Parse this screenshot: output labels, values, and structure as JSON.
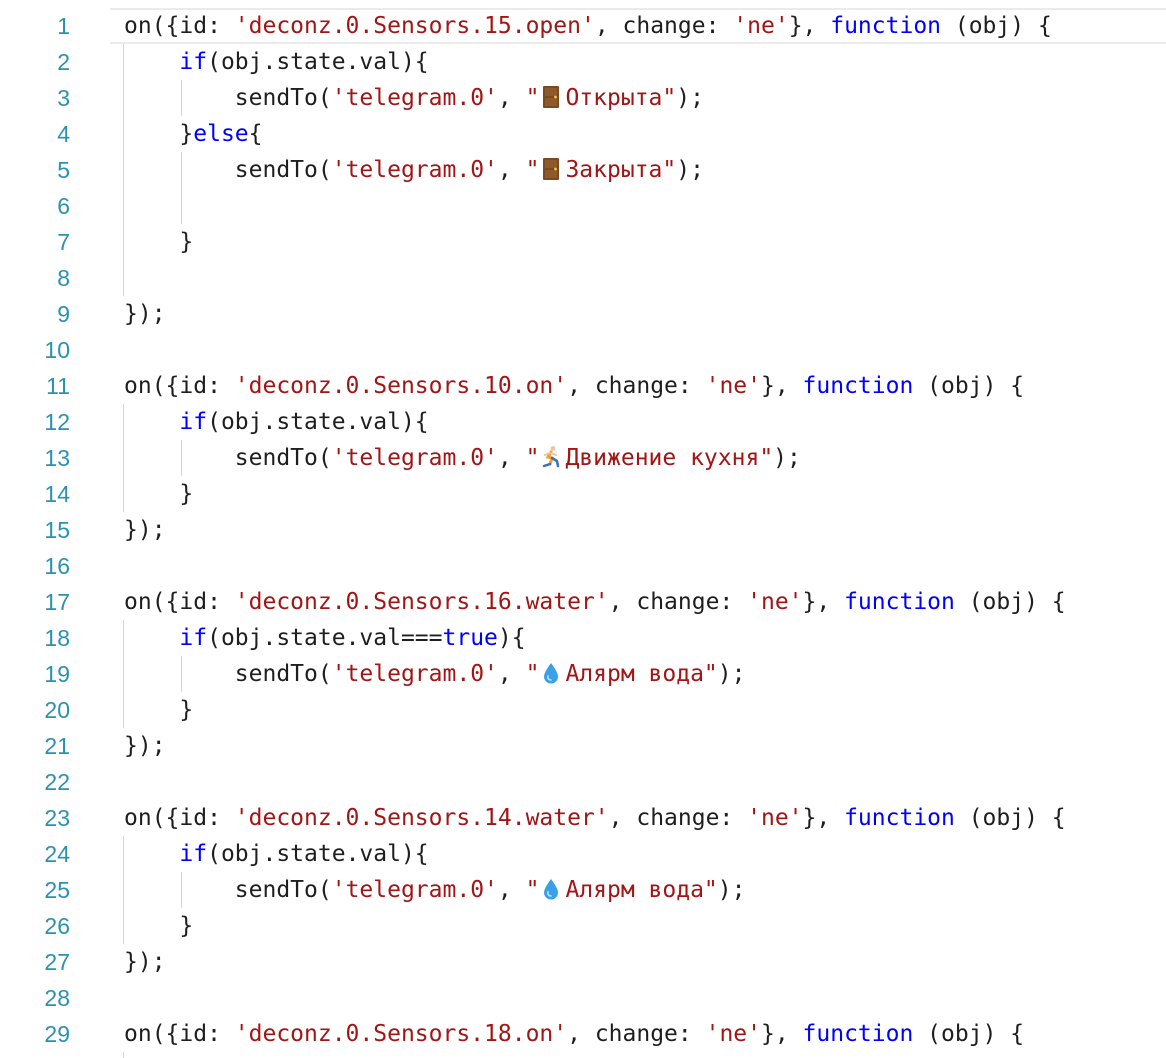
{
  "editor": {
    "lines": [
      {
        "n": "1",
        "indent": 0,
        "guides": 0,
        "tokens": [
          [
            "p",
            "on({id: "
          ],
          [
            "s",
            "'deconz.0.Sensors.15.open'"
          ],
          [
            "p",
            ", change: "
          ],
          [
            "s",
            "'ne'"
          ],
          [
            "p",
            "}, "
          ],
          [
            "k",
            "function"
          ],
          [
            "p",
            " (obj) {"
          ]
        ],
        "active": true
      },
      {
        "n": "2",
        "indent": 1,
        "guides": 1,
        "tokens": [
          [
            "k",
            "if"
          ],
          [
            "p",
            "(obj.state.val){"
          ]
        ]
      },
      {
        "n": "3",
        "indent": 2,
        "guides": 2,
        "tokens": [
          [
            "p",
            "sendTo("
          ],
          [
            "s",
            "'telegram.0'"
          ],
          [
            "p",
            ", "
          ],
          [
            "s",
            "\""
          ],
          [
            "e",
            "door-emoji"
          ],
          [
            "s",
            "Открыта\""
          ],
          [
            "p",
            ");"
          ]
        ]
      },
      {
        "n": "4",
        "indent": 1,
        "guides": 1,
        "tokens": [
          [
            "p",
            "}"
          ],
          [
            "k",
            "else"
          ],
          [
            "p",
            "{"
          ]
        ]
      },
      {
        "n": "5",
        "indent": 2,
        "guides": 2,
        "tokens": [
          [
            "p",
            "sendTo("
          ],
          [
            "s",
            "'telegram.0'"
          ],
          [
            "p",
            ", "
          ],
          [
            "s",
            "\""
          ],
          [
            "e",
            "door-emoji"
          ],
          [
            "s",
            "Закрыта\""
          ],
          [
            "p",
            ");"
          ]
        ]
      },
      {
        "n": "6",
        "indent": 2,
        "guides": 2,
        "tokens": []
      },
      {
        "n": "7",
        "indent": 1,
        "guides": 1,
        "tokens": [
          [
            "p",
            "}"
          ]
        ]
      },
      {
        "n": "8",
        "indent": 1,
        "guides": 1,
        "tokens": []
      },
      {
        "n": "9",
        "indent": 0,
        "guides": 0,
        "tokens": [
          [
            "p",
            "});"
          ]
        ]
      },
      {
        "n": "10",
        "indent": 0,
        "guides": 0,
        "tokens": []
      },
      {
        "n": "11",
        "indent": 0,
        "guides": 0,
        "tokens": [
          [
            "p",
            "on({id: "
          ],
          [
            "s",
            "'deconz.0.Sensors.10.on'"
          ],
          [
            "p",
            ", change: "
          ],
          [
            "s",
            "'ne'"
          ],
          [
            "p",
            "}, "
          ],
          [
            "k",
            "function"
          ],
          [
            "p",
            " (obj) {"
          ]
        ]
      },
      {
        "n": "12",
        "indent": 1,
        "guides": 1,
        "tokens": [
          [
            "k",
            "if"
          ],
          [
            "p",
            "(obj.state.val){"
          ]
        ]
      },
      {
        "n": "13",
        "indent": 2,
        "guides": 2,
        "tokens": [
          [
            "p",
            "sendTo("
          ],
          [
            "s",
            "'telegram.0'"
          ],
          [
            "p",
            ", "
          ],
          [
            "s",
            "\""
          ],
          [
            "e",
            "runner-emoji"
          ],
          [
            "s",
            "Движение кухня\""
          ],
          [
            "p",
            ");"
          ]
        ]
      },
      {
        "n": "14",
        "indent": 1,
        "guides": 1,
        "tokens": [
          [
            "p",
            "}"
          ]
        ]
      },
      {
        "n": "15",
        "indent": 0,
        "guides": 0,
        "tokens": [
          [
            "p",
            "});"
          ]
        ]
      },
      {
        "n": "16",
        "indent": 0,
        "guides": 0,
        "tokens": []
      },
      {
        "n": "17",
        "indent": 0,
        "guides": 0,
        "tokens": [
          [
            "p",
            "on({id: "
          ],
          [
            "s",
            "'deconz.0.Sensors.16.water'"
          ],
          [
            "p",
            ", change: "
          ],
          [
            "s",
            "'ne'"
          ],
          [
            "p",
            "}, "
          ],
          [
            "k",
            "function"
          ],
          [
            "p",
            " (obj) {"
          ]
        ]
      },
      {
        "n": "18",
        "indent": 1,
        "guides": 1,
        "tokens": [
          [
            "k",
            "if"
          ],
          [
            "p",
            "(obj.state.val==="
          ],
          [
            "k",
            "true"
          ],
          [
            "p",
            "){"
          ]
        ]
      },
      {
        "n": "19",
        "indent": 2,
        "guides": 2,
        "tokens": [
          [
            "p",
            "sendTo("
          ],
          [
            "s",
            "'telegram.0'"
          ],
          [
            "p",
            ", "
          ],
          [
            "s",
            "\""
          ],
          [
            "e",
            "droplet-emoji"
          ],
          [
            "s",
            "Алярм вода\""
          ],
          [
            "p",
            ");"
          ]
        ]
      },
      {
        "n": "20",
        "indent": 1,
        "guides": 1,
        "tokens": [
          [
            "p",
            "}"
          ]
        ]
      },
      {
        "n": "21",
        "indent": 0,
        "guides": 0,
        "tokens": [
          [
            "p",
            "});"
          ]
        ]
      },
      {
        "n": "22",
        "indent": 0,
        "guides": 0,
        "tokens": []
      },
      {
        "n": "23",
        "indent": 0,
        "guides": 0,
        "tokens": [
          [
            "p",
            "on({id: "
          ],
          [
            "s",
            "'deconz.0.Sensors.14.water'"
          ],
          [
            "p",
            ", change: "
          ],
          [
            "s",
            "'ne'"
          ],
          [
            "p",
            "}, "
          ],
          [
            "k",
            "function"
          ],
          [
            "p",
            " (obj) {"
          ]
        ]
      },
      {
        "n": "24",
        "indent": 1,
        "guides": 1,
        "tokens": [
          [
            "k",
            "if"
          ],
          [
            "p",
            "(obj.state.val){"
          ]
        ]
      },
      {
        "n": "25",
        "indent": 2,
        "guides": 2,
        "tokens": [
          [
            "p",
            "sendTo("
          ],
          [
            "s",
            "'telegram.0'"
          ],
          [
            "p",
            ", "
          ],
          [
            "s",
            "\""
          ],
          [
            "e",
            "droplet-emoji"
          ],
          [
            "s",
            "Алярм вода\""
          ],
          [
            "p",
            ");"
          ]
        ]
      },
      {
        "n": "26",
        "indent": 1,
        "guides": 1,
        "tokens": [
          [
            "p",
            "}"
          ]
        ]
      },
      {
        "n": "27",
        "indent": 0,
        "guides": 0,
        "tokens": [
          [
            "p",
            "});"
          ]
        ]
      },
      {
        "n": "28",
        "indent": 0,
        "guides": 0,
        "tokens": []
      },
      {
        "n": "29",
        "indent": 0,
        "guides": 0,
        "tokens": [
          [
            "p",
            "on({id: "
          ],
          [
            "s",
            "'deconz.0.Sensors.18.on'"
          ],
          [
            "p",
            ", change: "
          ],
          [
            "s",
            "'ne'"
          ],
          [
            "p",
            "}, "
          ],
          [
            "k",
            "function"
          ],
          [
            "p",
            " (obj) {"
          ]
        ]
      },
      {
        "n": "",
        "indent": 1,
        "guides": 1,
        "tokens": []
      }
    ],
    "colors": {
      "line_number": "#2b91af",
      "keyword": "#0000ff",
      "string": "#a31515",
      "plain": "#1e1e1e",
      "guide": "#d4d4d4"
    }
  }
}
